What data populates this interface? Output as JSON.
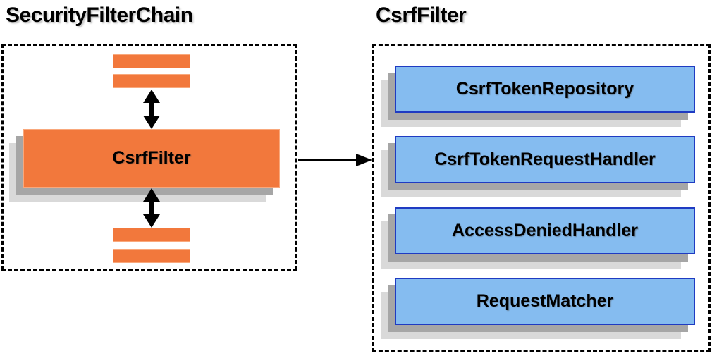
{
  "diagram": {
    "background": "#ffffff",
    "colors": {
      "orange_fill": "#F2783C",
      "orange_outline": "#F9A87C",
      "blue_fill": "#85BCF0",
      "blue_border": "#1F3BC2",
      "shadow_mid": "#A6A6A6",
      "shadow_light": "#D9D9D9",
      "connector": "#000000",
      "text": "#000000"
    },
    "left_panel": {
      "title": "SecurityFilterChain",
      "filter_box_label": "CsrfFilter",
      "top_filter_bar_count": 2,
      "bottom_filter_bar_count": 2
    },
    "right_panel": {
      "title": "CsrfFilter",
      "components": [
        {
          "label": "CsrfTokenRepository"
        },
        {
          "label": "CsrfTokenRequestHandler"
        },
        {
          "label": "AccessDeniedHandler"
        },
        {
          "label": "RequestMatcher"
        }
      ]
    }
  }
}
